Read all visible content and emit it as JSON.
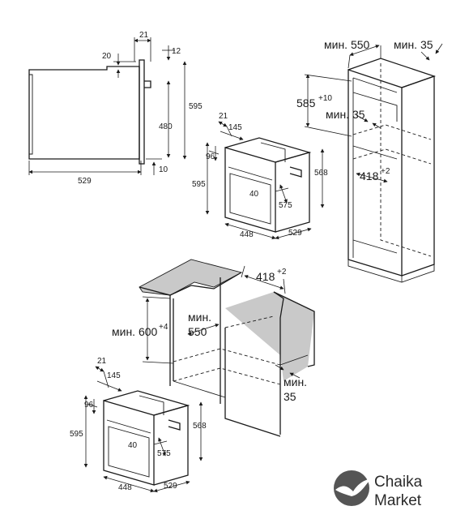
{
  "side_view": {
    "d21": "21",
    "d12": "12",
    "d20": "20",
    "d595": "595",
    "d480": "480",
    "d529": "529",
    "d10": "10"
  },
  "oven_top": {
    "d21": "21",
    "d145": "145",
    "d96": "96",
    "d595": "595",
    "d568": "568",
    "d40": "40",
    "d575": "575",
    "d448": "448",
    "d529": "529"
  },
  "cabinet_top": {
    "min550": "мин. 550",
    "min35_top": "мин. 35",
    "d585": "585",
    "d585_tol": "+10",
    "min35_mid": "мин. 35",
    "d418": "418",
    "d418_tol": "+2"
  },
  "under_counter": {
    "d418": "418",
    "d418_tol": "+2",
    "min_label": "мин. 600",
    "min_tol": "+4",
    "min550_a": "мин.",
    "min550_b": "550",
    "min35_a": "мин.",
    "min35_b": "35"
  },
  "oven_bottom": {
    "d21": "21",
    "d145": "145",
    "d96": "96",
    "d595": "595",
    "d568": "568",
    "d40": "40",
    "d575": "575",
    "d448": "448",
    "d529": "529"
  },
  "logo": {
    "line1": "Chaika",
    "line2": "Market"
  },
  "colors": {
    "counter": "#c9c9c9",
    "ink": "#1a1a1a",
    "logo_gray": "#555555"
  }
}
